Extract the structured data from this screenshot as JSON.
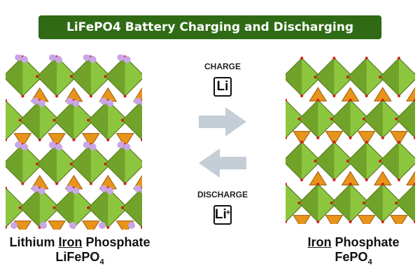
{
  "title": "LiFePO4 Battery Charging and Discharging",
  "charge": {
    "label": "CHARGE",
    "ion": "Li"
  },
  "discharge": {
    "label": "DISCHARGE",
    "ion": "Li",
    "ion_sup": "+"
  },
  "left": {
    "name_pre": "Lithium ",
    "name_ul": "Iron",
    "name_post": " Phosphate",
    "formula": "LiFePO",
    "formula_sub": "4"
  },
  "right": {
    "name_ul": "Iron",
    "name_post": " Phosphate",
    "formula": "FePO",
    "formula_sub": "4"
  },
  "colors": {
    "banner": "#2f6b14",
    "octahedron": "#8cc63f",
    "tetrahedron": "#e8941a",
    "lithium": "#c9a6e8",
    "arrow": "#c5ced6"
  }
}
